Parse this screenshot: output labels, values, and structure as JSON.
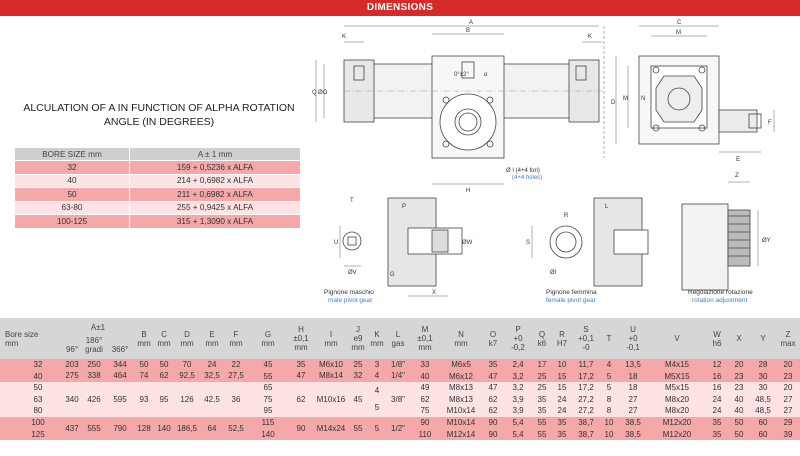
{
  "banner": {
    "title": "DIMENSIONS",
    "color": "#d42a2a"
  },
  "calc": {
    "title_line1": "ALCULATION OF A IN FUNCTION OF ALPHA ROTATION",
    "title_line2": "ANGLE (IN DEGREES)",
    "headers": [
      "BORE SIZE mm",
      "A ± 1 mm"
    ],
    "rows": [
      [
        "32",
        "159 + 0,5236 x ALFA"
      ],
      [
        "40",
        "214 + 0,6982 x ALFA"
      ],
      [
        "50",
        "211 + 0,6982 x ALFA"
      ],
      [
        "63-80",
        "255 + 0,9425 x ALFA"
      ],
      [
        "100-125",
        "315 + 1,3090 x ALFA"
      ]
    ]
  },
  "drawing": {
    "labels": {
      "A": "A",
      "B": "B",
      "C": "C",
      "M": "M",
      "N": "N",
      "K": "K",
      "Z": "Z",
      "H": "H",
      "F": "F",
      "D": "D",
      "E": "E",
      "Q": "Q",
      "V": "V",
      "R": "R",
      "S": "S",
      "T": "T",
      "U": "U",
      "X": "X",
      "W": "W",
      "Y": "ØY",
      "O": "ØO",
      "P": "P",
      "G": "G",
      "L": "L",
      "QV": "ØV",
      "QW": "ØW",
      "QI": "ØI",
      "angle": "0°±2°",
      "alpha": "α",
      "holes_it": "Ø I (4+4 fori)",
      "holes_en": "(4+4 holes)"
    },
    "captions": {
      "male_it": "Pignone maschio",
      "male_en": "male pivot gear",
      "female_it": "Pignone femmina",
      "female_en": "female pivot gear",
      "adj_it": "Regolazione rotazione",
      "adj_en": "rotation adjustment"
    },
    "accent_blue": "#3a7fd4"
  },
  "dims": {
    "headers": {
      "bore": [
        "Bore size",
        "mm"
      ],
      "a_group": "A±1",
      "a96": "96°",
      "a186": [
        "186°",
        "gradi"
      ],
      "a366": "366°",
      "B": [
        "B",
        "mm"
      ],
      "C": [
        "C",
        "mm"
      ],
      "D": [
        "D",
        "mm"
      ],
      "E": [
        "E",
        "mm"
      ],
      "F": [
        "F",
        "mm"
      ],
      "G": [
        "G",
        "mm"
      ],
      "H": [
        "H",
        "±0,1",
        "mm"
      ],
      "I": [
        "I",
        "mm"
      ],
      "J": [
        "J",
        "e9",
        "mm"
      ],
      "K": [
        "K",
        "mm"
      ],
      "L": [
        "L",
        "gas"
      ],
      "M": [
        "M",
        "±0,1",
        "mm"
      ],
      "N": [
        "N",
        "mm"
      ],
      "O": [
        "O",
        "k7"
      ],
      "P": [
        "P",
        "+0",
        "-0,2"
      ],
      "Q": [
        "Q",
        "k6"
      ],
      "R": [
        "R",
        "H7"
      ],
      "S": [
        "S",
        "+0,1",
        "-0"
      ],
      "T": [
        "T"
      ],
      "U": [
        "U",
        "+0",
        "-0,1"
      ],
      "V": [
        "V"
      ],
      "W": [
        "W",
        "h6"
      ],
      "X": [
        "X"
      ],
      "Y": [
        "Y"
      ],
      "Z": [
        "Z",
        "max"
      ]
    },
    "bands": [
      {
        "rows": [
          [
            "32",
            "45",
            "33",
            "M6x5",
            "35",
            "2,4",
            "17",
            "10",
            "11,7",
            "4",
            "13,5",
            "M4x15",
            "12",
            "20",
            "28",
            "20"
          ],
          [
            "40",
            "55",
            "40",
            "M6x12",
            "47",
            "3,2",
            "25",
            "15",
            "17,2",
            "5",
            "18",
            "M5X15",
            "16",
            "23",
            "30",
            "23"
          ]
        ],
        "merged": {
          "a96": [
            "203",
            "275"
          ],
          "a186": [
            "250",
            "338"
          ],
          "a366": [
            "344",
            "464"
          ],
          "B": [
            "50",
            "74"
          ],
          "C": [
            "50",
            "62"
          ],
          "D": [
            "70",
            "92,5"
          ],
          "E": [
            "24",
            "32,5"
          ],
          "F": [
            "22",
            "27,5"
          ],
          "H": [
            "35",
            "47"
          ],
          "I": [
            "M6x10",
            "M8x14"
          ],
          "J": [
            "25",
            "32"
          ],
          "K": [
            "3",
            "4"
          ],
          "L": [
            "1/8\"",
            "1/4\""
          ]
        }
      },
      {
        "rows": [
          [
            "50",
            "65",
            "49",
            "M8x13",
            "47",
            "3,2",
            "25",
            "15",
            "17,2",
            "5",
            "18",
            "M5x15",
            "16",
            "23",
            "30",
            "20"
          ],
          [
            "63",
            "75",
            "62",
            "M8x13",
            "62",
            "3,9",
            "35",
            "24",
            "27,2",
            "8",
            "27",
            "M8x20",
            "24",
            "40",
            "48,5",
            "27"
          ],
          [
            "80",
            "95",
            "75",
            "M10x14",
            "62",
            "3,9",
            "35",
            "24",
            "27,2",
            "8",
            "27",
            "M8x20",
            "24",
            "40",
            "48,5",
            "27"
          ]
        ],
        "merged": {
          "a96": "340",
          "a186": "426",
          "a366": "595",
          "B": "93",
          "C": "95",
          "D": "126",
          "E": "42,5",
          "F": "36",
          "H": "62",
          "I": "M10x16",
          "J": "45",
          "K": [
            "4",
            "5"
          ],
          "L": "3/8\""
        }
      },
      {
        "rows": [
          [
            "100",
            "115",
            "90",
            "M10x14",
            "90",
            "5,4",
            "55",
            "35",
            "38,7",
            "10",
            "38,5",
            "M12x20",
            "35",
            "50",
            "60",
            "29"
          ],
          [
            "125",
            "140",
            "110",
            "M12x14",
            "90",
            "5,4",
            "55",
            "35",
            "38,7",
            "10",
            "38,5",
            "M12x20",
            "35",
            "50",
            "60",
            "39"
          ]
        ],
        "merged": {
          "a96": "437",
          "a186": "555",
          "a366": "790",
          "B": "128",
          "C": "140",
          "D": "186,5",
          "E": "64",
          "F": "52,5",
          "H": "90",
          "I": "M14x24",
          "J": "55",
          "K": "5",
          "L": "1/2\""
        }
      }
    ],
    "colors": {
      "band_odd": "#f4a8a8",
      "band_even": "#fde3e3",
      "header": "#d6d6d6"
    }
  }
}
